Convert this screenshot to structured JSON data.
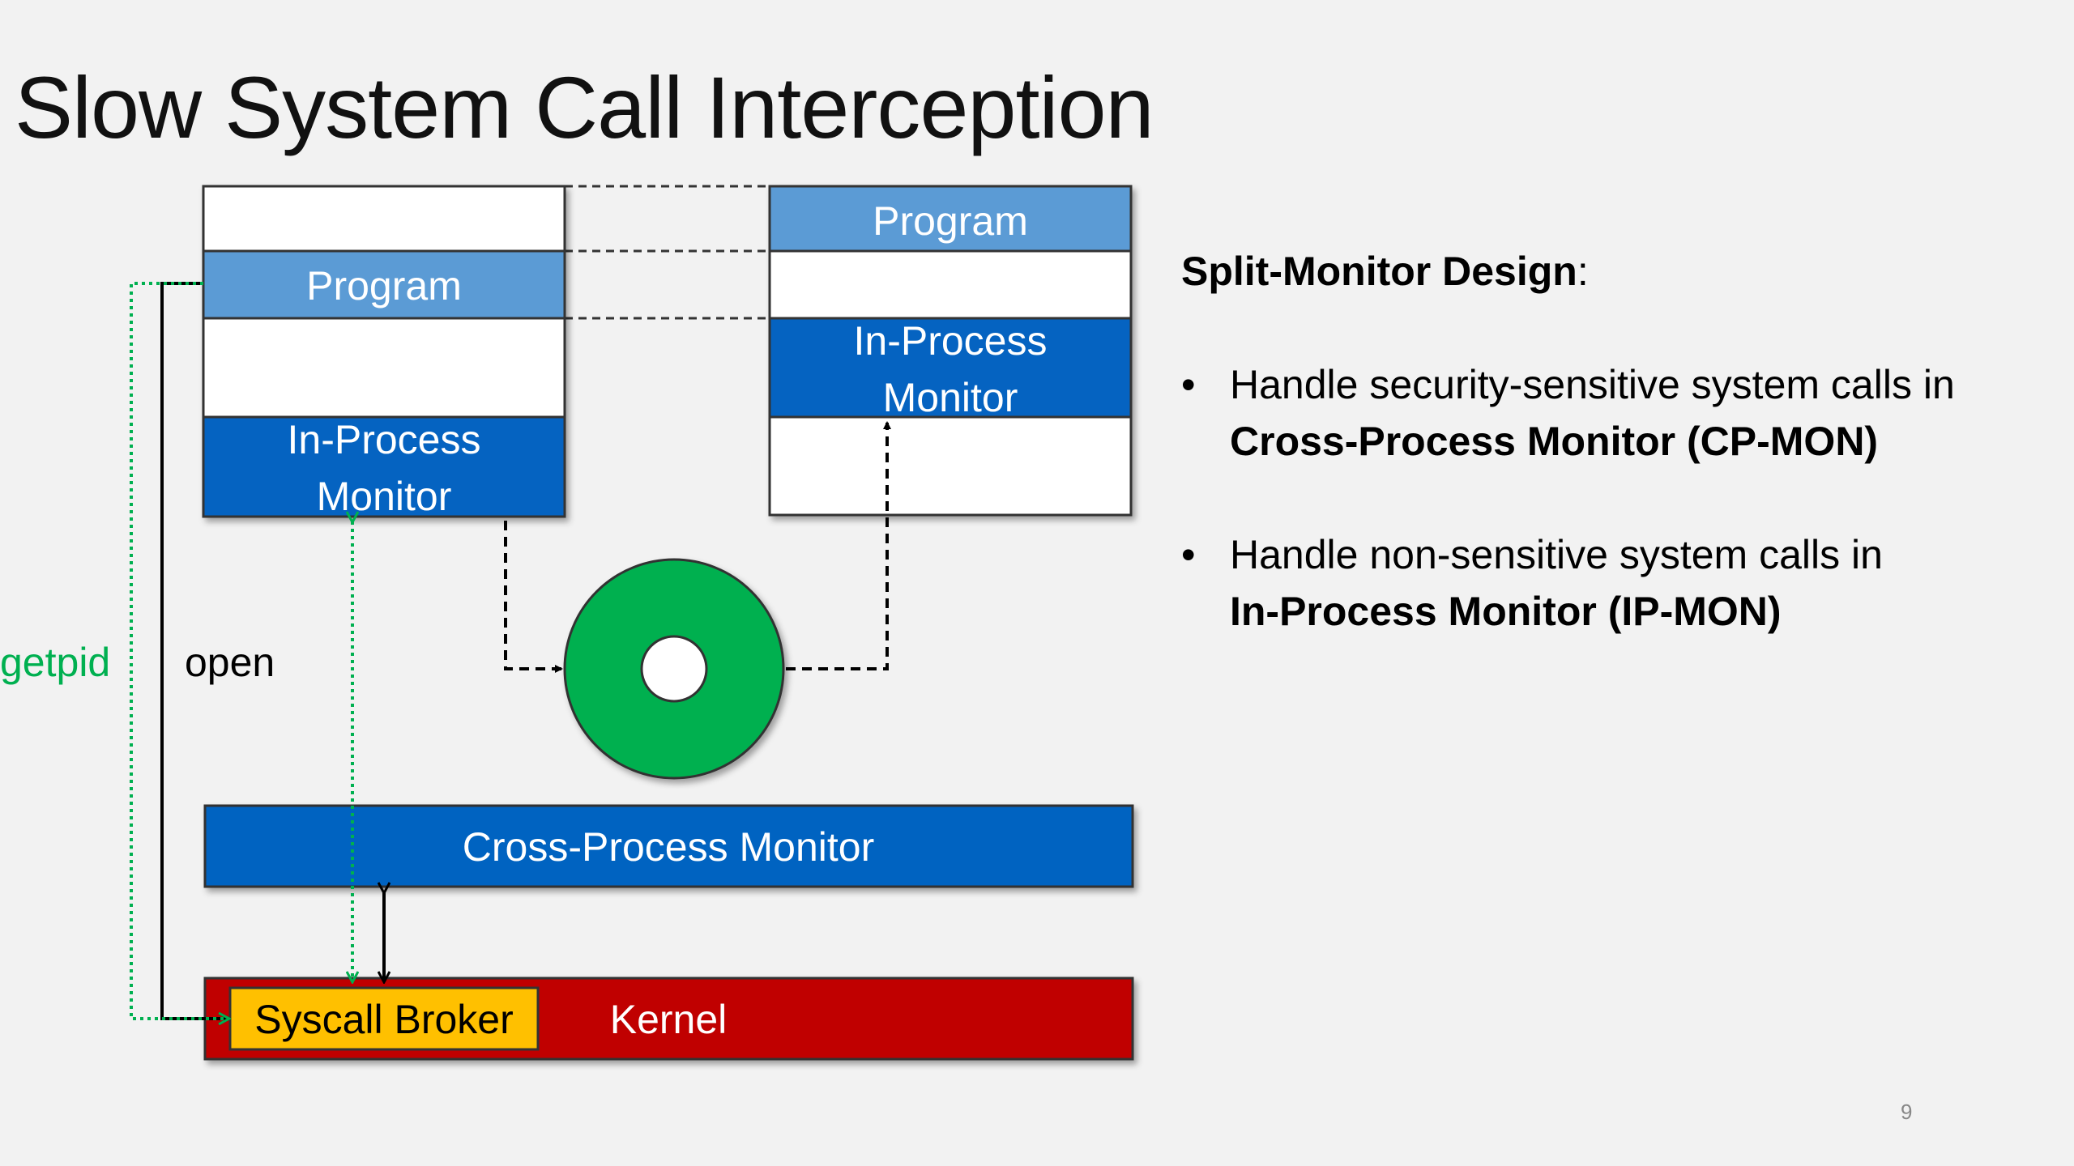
{
  "title": "Slow System Call Interception",
  "diagram": {
    "left_process": {
      "program": "Program",
      "monitor_line1": "In-Process",
      "monitor_line2": "Monitor"
    },
    "right_process": {
      "program": "Program",
      "monitor_line1": "In-Process",
      "monitor_line2": "Monitor"
    },
    "cross_process_monitor": "Cross-Process Monitor",
    "kernel": "Kernel",
    "syscall_broker": "Syscall Broker",
    "label_getpid": "getpid",
    "label_open": "open",
    "colors": {
      "program": "#5b9bd5",
      "monitor": "#0563c1",
      "kernel": "#c00000",
      "broker": "#ffc000",
      "ring": "#00b050",
      "getpid_path": "#00b050"
    }
  },
  "right_panel": {
    "heading": "Split-Monitor Design",
    "heading_suffix": ":",
    "bullets": [
      {
        "text": "Handle security-sensitive system calls in",
        "bold": "Cross-Process Monitor (CP-MON)"
      },
      {
        "text": "Handle non-sensitive system calls in",
        "bold": "In-Process Monitor (IP-MON)"
      }
    ]
  },
  "page_number": "9"
}
